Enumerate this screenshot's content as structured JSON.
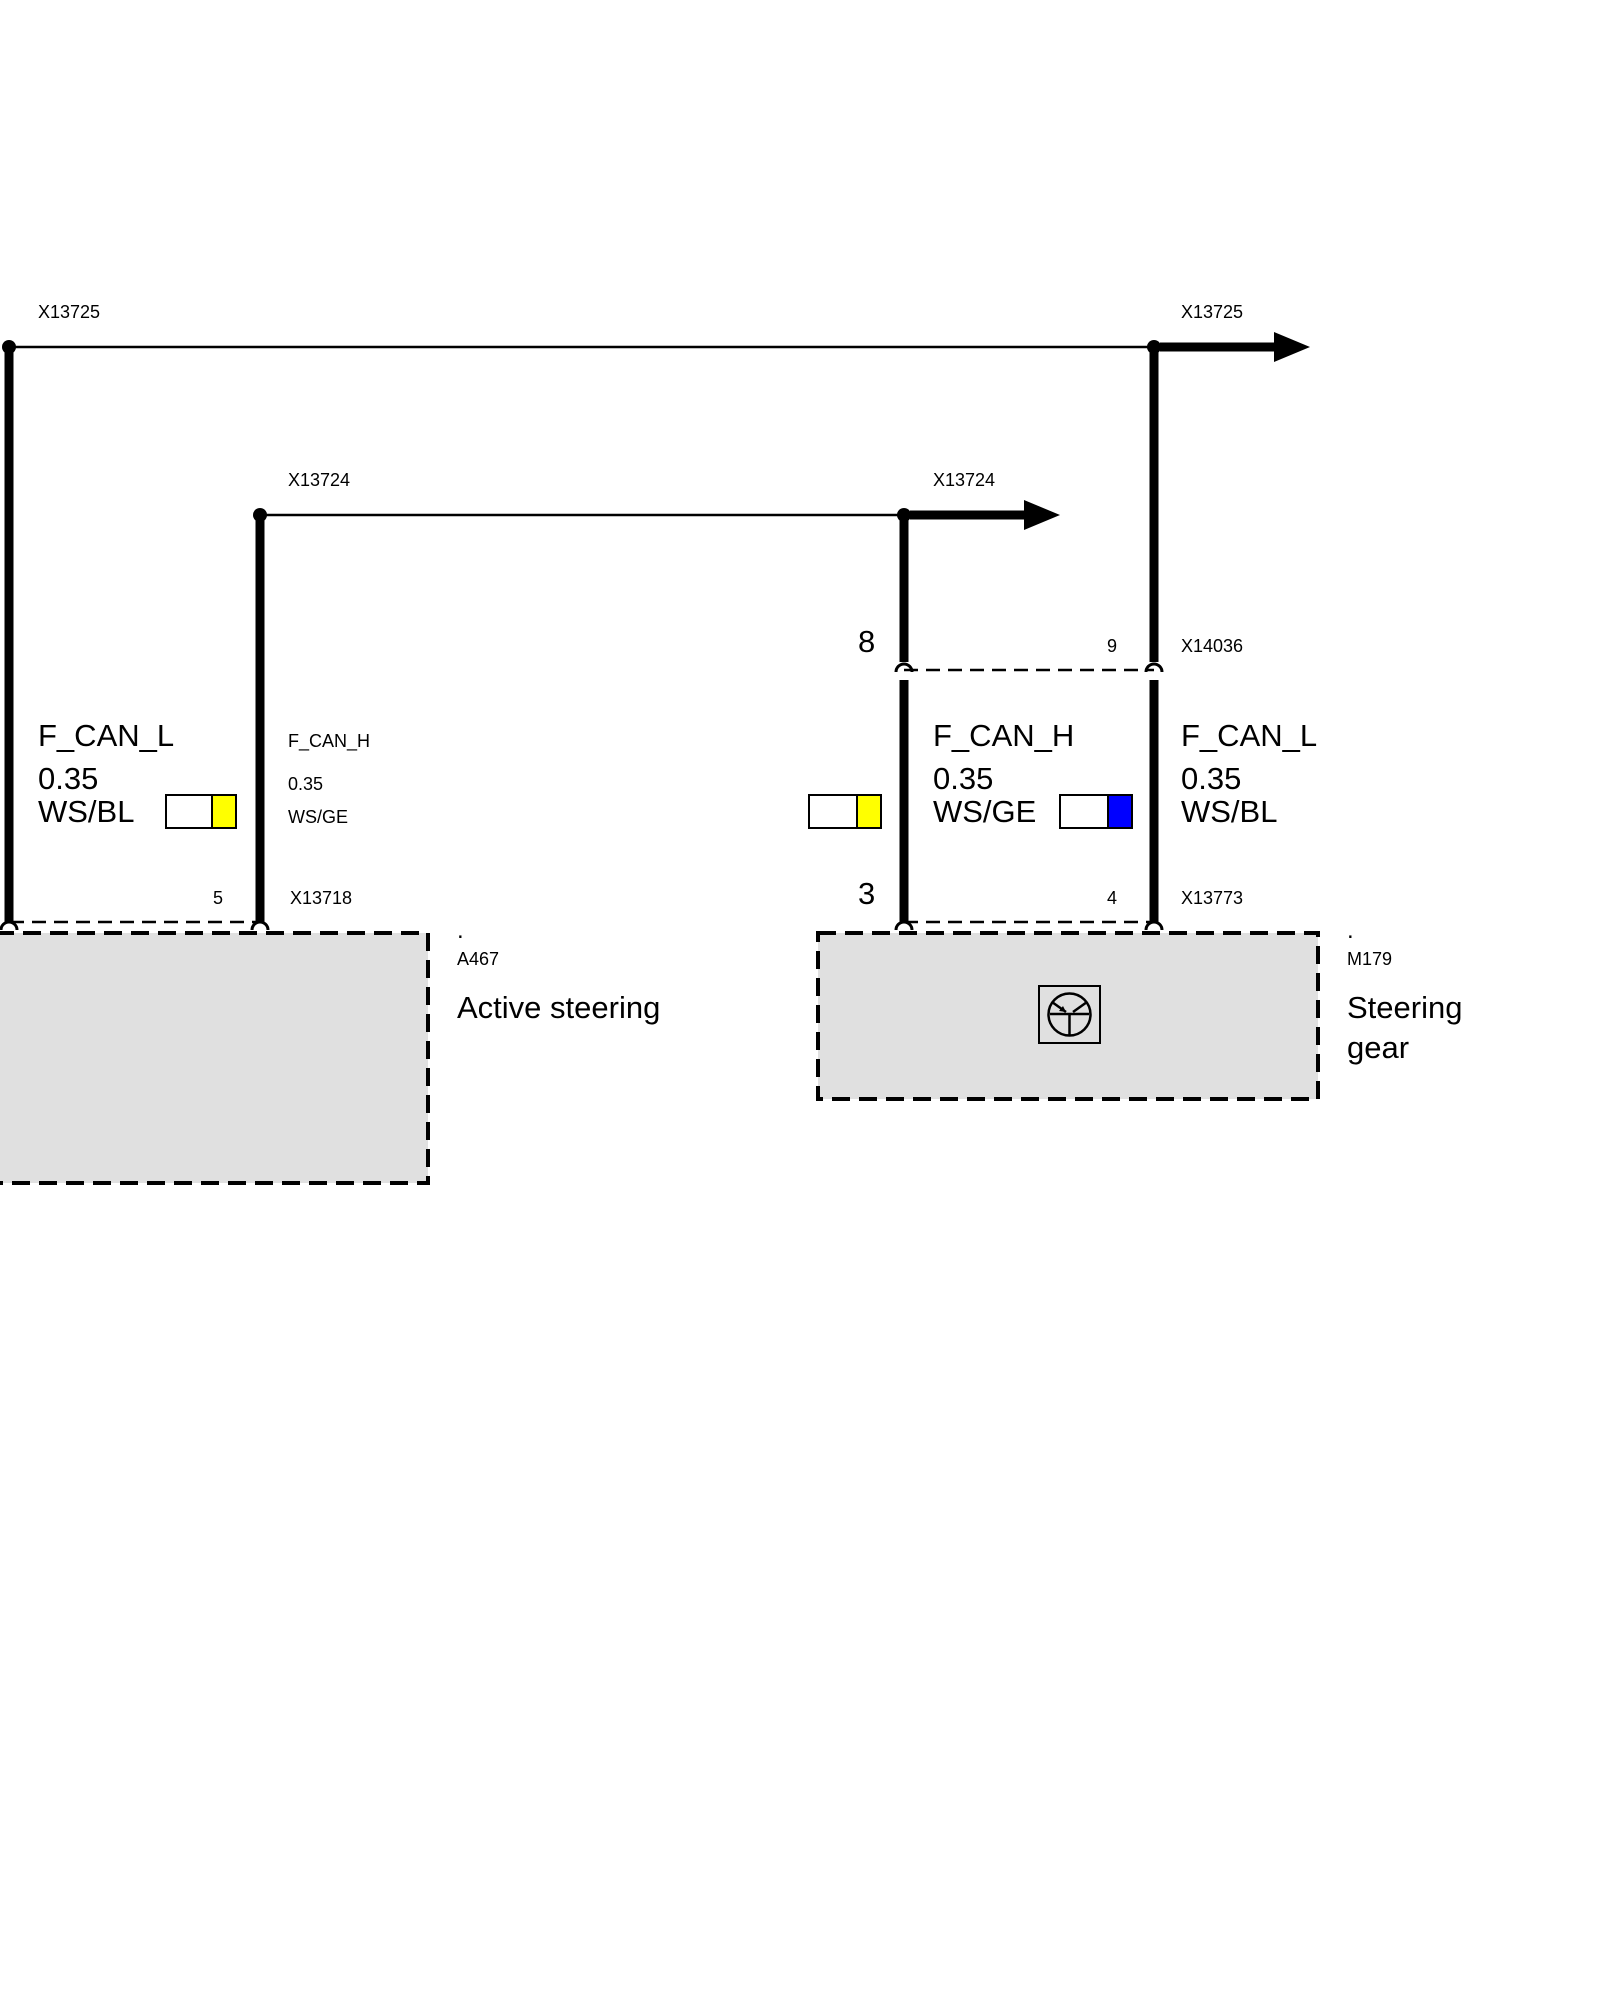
{
  "colors": {
    "wire": "#000000",
    "component_fill": "#e0e0e0",
    "white": "#ffffff",
    "yellow": "#ffff00",
    "blue": "#0000ff"
  },
  "splices": {
    "top_left": "X13725",
    "top_right": "X13725",
    "mid_left": "X13724",
    "mid_right": "X13724"
  },
  "connectors": {
    "x13718": {
      "name": "X13718",
      "pin": "5"
    },
    "x14036": {
      "name": "X14036",
      "pin_left": "8",
      "pin_right": "9"
    },
    "x13773": {
      "name": "X13773",
      "pin_left": "3",
      "pin_right": "4"
    }
  },
  "wires": {
    "left_can_l": {
      "signal": "F_CAN_L",
      "gauge": "0.35",
      "color_code": "WS/BL",
      "swatch": "yellow"
    },
    "left_can_h": {
      "signal": "F_CAN_H",
      "gauge": "0.35",
      "color_code": "WS/GE"
    },
    "right_can_h": {
      "signal": "F_CAN_H",
      "gauge": "0.35",
      "color_code": "WS/GE",
      "swatch": "yellow"
    },
    "right_can_l": {
      "signal": "F_CAN_L",
      "gauge": "0.35",
      "color_code": "WS/BL",
      "swatch": "blue"
    }
  },
  "components": {
    "a467": {
      "dot": ".",
      "id": "A467",
      "name": "Active steering"
    },
    "m179": {
      "dot": ".",
      "id": "M179",
      "name_line1": "Steering",
      "name_line2": "gear",
      "icon": "motor-icon"
    }
  }
}
